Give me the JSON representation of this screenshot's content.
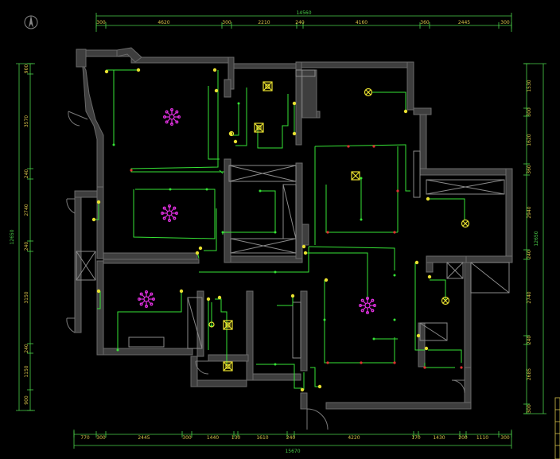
{
  "dims": {
    "top_total": "14560",
    "top": [
      "300",
      "4620",
      "300",
      "2210",
      "240",
      "4160",
      "360",
      "2445",
      "300"
    ],
    "bottom_total": "15670",
    "bottom": [
      "770",
      "300",
      "2445",
      "300",
      "1440",
      "130",
      "1610",
      "240",
      "4220",
      "170",
      "1430",
      "200",
      "1110",
      "300"
    ],
    "left_total": "12650",
    "left": [
      "900",
      "3570",
      "240",
      "2740",
      "240",
      "3150",
      "240",
      "1150",
      "900"
    ],
    "right_total": "12650",
    "right": [
      "1530",
      "300",
      "1620",
      "360",
      "2940",
      "240",
      "2740",
      "240",
      "2685",
      "300"
    ]
  },
  "colors": {
    "background": "#000000",
    "wall": "#3e3e3e",
    "wire": "#36e436",
    "dimension": "#4cd24a",
    "dim_text": "#d8c24a",
    "chandelier": "#e030e0",
    "fixture": "#e8e030",
    "node": "#e03030"
  },
  "icons": [
    "north-arrow-icon",
    "chandelier-icon",
    "ceiling-light-icon",
    "downlight-icon",
    "exhaust-fan-icon",
    "switch-icon",
    "node-icon"
  ]
}
